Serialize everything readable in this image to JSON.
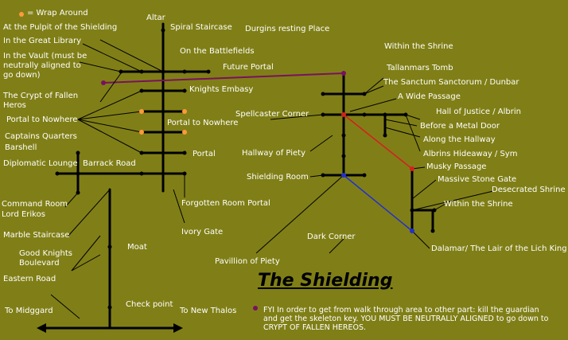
{
  "title": "The Shielding",
  "legend": {
    "symbol": "wrap-around-dot",
    "label": "= Wrap Around",
    "color": "#ff9a3c"
  },
  "note": "FYI In order to get from walk through area to other part: kill the guardian and get the skeleton key. YOU MUST BE NEUTRALLY ALIGNED to go down to CRYPT OF FALLEN HEREOS.",
  "colors": {
    "background": "#807f17",
    "path": "#000000",
    "wrap_link": "#7a1060",
    "red_link": "#d42020",
    "blue_link": "#2030d0",
    "node": "#000000",
    "wrap_node": "#ff9a3c"
  },
  "labels": {
    "altar": "Altar",
    "pulpit": "At the Pulpit of the Shielding",
    "spiral": "Spiral Staircase",
    "library": "In the Great Library",
    "battlefields": "On the Battlefields",
    "vault": "In the Vault (must be neutrally aligned to go down)",
    "future": "Future Portal",
    "crypt": "The Crypt of Fallen Heros",
    "knights_embasy": "Knights Embasy",
    "portal_nowhere_left": "Portal to Nowhere",
    "portal_nowhere_right": "Portal to Nowhere",
    "captains": "Captains Quarters",
    "barshell": "Barshell",
    "portal": "Portal",
    "diplomatic": "Diplomatic Lounge",
    "barrack": "Barrack Road",
    "command": "Command Room",
    "erikos": "Lord Erikos",
    "forgotten": "Forgotten Room Portal",
    "marble": "Marble Staircase",
    "ivory": "Ivory Gate",
    "moat": "Moat",
    "good_knights": "Good Knights Boulevard",
    "eastern": "Eastern Road",
    "midggard": "To Midggard",
    "checkpoint": "Check point",
    "new_thalos": "To New Thalos",
    "durgins": "Durgins resting Place",
    "within_shrine_top": "Within the Shrine",
    "tallanmars": "Tallanmars Tomb",
    "sanctum": "The Sanctum Sanctorum / Dunbar",
    "wide": "A Wide Passage",
    "spellcaster": "Spellcaster Corner",
    "hall_justice": "Hall of Justice / Albrin",
    "metal_door": "Before a Metal Door",
    "along": "Along the Hallway",
    "hallway_piety": "Hallway of Piety",
    "albrins": "Albrins Hideaway / Sym",
    "musky": "Musky Passage",
    "shielding_room": "Shielding Room",
    "massive": "Massive Stone Gate",
    "desecrated": "Desecrated Shrine",
    "within_shrine_bottom": "Within the Shrine",
    "dark_corner": "Dark Corner",
    "pavillion": "Pavillion of Piety",
    "dalamar": "Dalamar/ The Lair of the Lich King"
  }
}
